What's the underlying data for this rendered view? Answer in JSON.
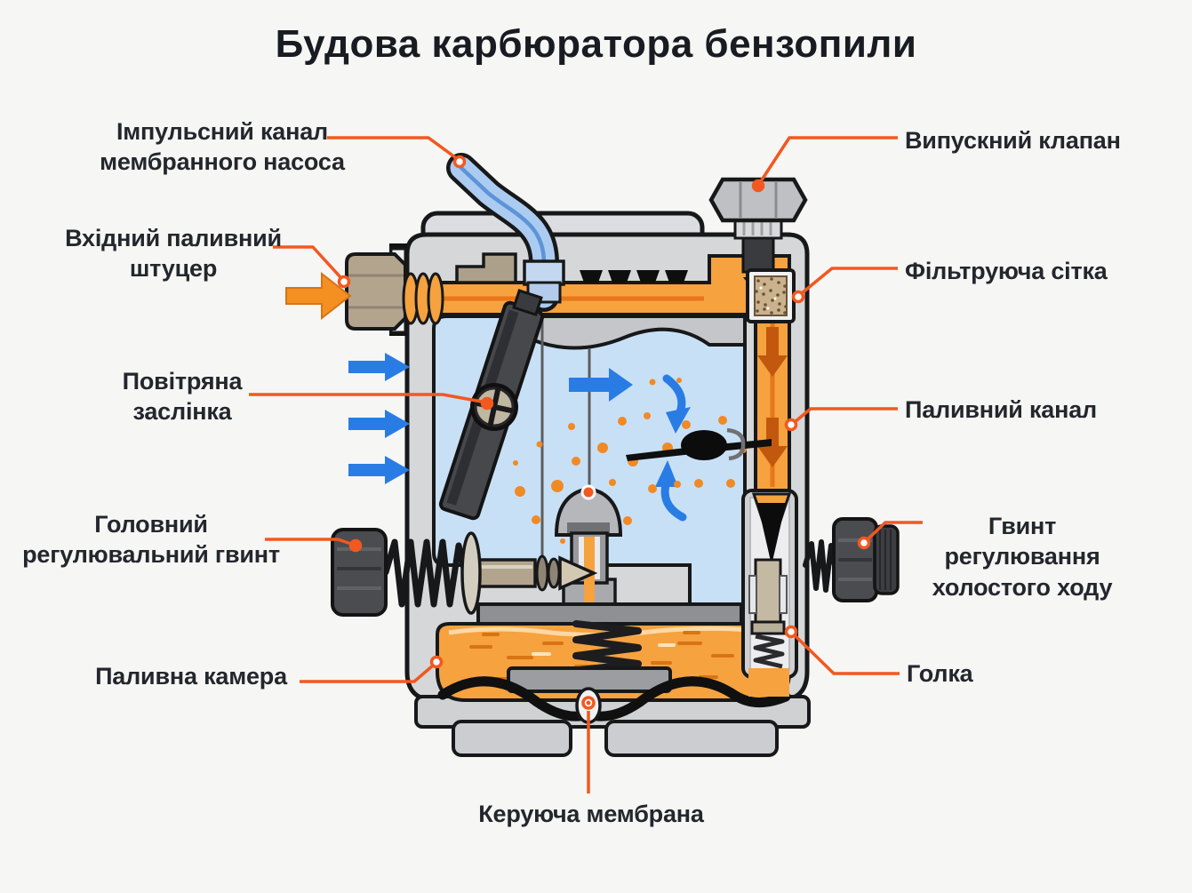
{
  "title": "Будова карбюратора бензопили",
  "labels": {
    "impulse_channel": {
      "text": "Імпульсний канал\nмембранного насоса"
    },
    "fuel_inlet": {
      "text": "Вхідний паливний\nштуцер"
    },
    "air_damper": {
      "text": "Повітряна\nзаслінка"
    },
    "main_screw": {
      "text": "Головний\nрегулювальний гвинт"
    },
    "fuel_chamber": {
      "text": "Паливна камера"
    },
    "exhaust_valve": {
      "text": "Випускний клапан"
    },
    "filter_mesh": {
      "text": "Фільтруюча сітка"
    },
    "fuel_channel": {
      "text": "Паливний канал"
    },
    "idle_screw": {
      "text": "Гвинт регулювання\nхолостого ходу"
    },
    "needle": {
      "text": "Голка"
    },
    "control_membrane": {
      "text": "Керуюча мембрана"
    }
  },
  "colors": {
    "background": "#f6f6f4",
    "title_text": "#181c22",
    "label_text": "#23272d",
    "leader_orange": "#f2581f",
    "outline_dark": "#17181a",
    "body_gray": "#d6d7d9",
    "body_gray_light": "#dcdde0",
    "fuel_orange": "#f5a23f",
    "fuel_orange_dark": "#d97413",
    "fuel_arrow_dark": "#c2570e",
    "air_blue": "#c8e0f5",
    "arrow_blue": "#2a7ce5",
    "pipe_blue": "#abccf0",
    "metal_tan": "#b3a48e",
    "dark_metal": "#4a4c50"
  }
}
